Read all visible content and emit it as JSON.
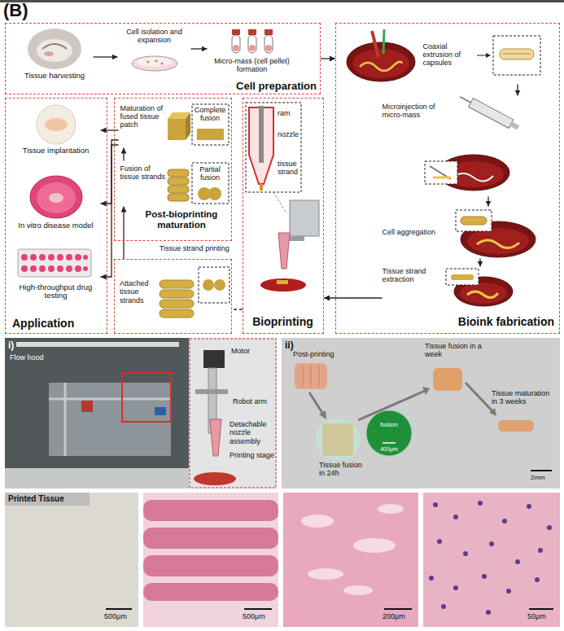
{
  "diagram": {
    "nodes": [
      {
        "text": [
          "Cell preparation"
        ]
      },
      {
        "text": [
          "Tissue harvesting"
        ],
        "in": 0
      },
      {
        "text": [
          "Cell isolation and expansion"
        ],
        "in": 0
      },
      {
        "text": [
          "Micro-mass (cell pellet) formation"
        ],
        "in": 0
      },
      {
        "text": [
          "Bioink fabrication"
        ]
      },
      {
        "text": [
          "Coaxial extrusion of capsules"
        ],
        "in": 4
      },
      {
        "text": [
          "Microinjection of micro-mass"
        ],
        "in": 4
      },
      {
        "text": [
          "Cell aggregation"
        ],
        "in": 4
      },
      {
        "text": [
          "Tissue strand extraction"
        ],
        "in": 4
      },
      {
        "text": [
          "Bioprinting"
        ]
      },
      {
        "text": [
          "Post-bioprinting maturation"
        ]
      },
      {
        "text": [
          "Maturation of fused tissue patch",
          "Complete fusion"
        ],
        "in": 10
      },
      {
        "text": [
          "Fusion of tissue strands",
          "Partial fusion"
        ],
        "in": 10
      },
      {
        "text": [
          "Attached tissue strands"
        ]
      },
      {
        "text": [
          "Application"
        ]
      },
      {
        "text": [
          "Tissue implantation"
        ],
        "in": 14
      },
      {
        "text": [
          "In vitro disease model"
        ],
        "in": 14
      },
      {
        "text": [
          "High-throughput drug testing"
        ],
        "in": 14
      }
    ],
    "edges": [
      {
        "from": 1,
        "to": 2,
        "arrow": "to"
      },
      {
        "from": 2,
        "to": 3,
        "arrow": "to"
      },
      {
        "from": 0,
        "to": 4,
        "arrow": "to"
      },
      {
        "from": 5,
        "to": 6,
        "arrow": "to"
      },
      {
        "from": 6,
        "to": 7,
        "arrow": "to"
      },
      {
        "from": 7,
        "to": 8,
        "arrow": "to"
      },
      {
        "from": 8,
        "to": 9,
        "arrow": "to"
      },
      {
        "from": 9,
        "to": 13,
        "arrow": "none"
      },
      {
        "from": 13,
        "to": 12,
        "arrow": "to"
      },
      {
        "from": 12,
        "to": 11,
        "arrow": "to"
      },
      {
        "from": 11,
        "to": 15,
        "arrow": "to"
      },
      {
        "from": 11,
        "to": 16,
        "arrow": "to"
      },
      {
        "from": 11,
        "to": 17,
        "arrow": "to"
      }
    ],
    "labels": [
      "(B)",
      "ram",
      "nozzle",
      "tissue strand",
      "Tissue strand printing",
      "i)",
      "Flow hood",
      "Motor",
      "Robot arm",
      "Detachable nozzle assembly",
      "Printing stage",
      "ii)",
      "Post-printing",
      "Tissue fusion in a week",
      "Tissue maturation in 3 weeks",
      "Tissue fusion in 24h",
      "fusion",
      "400μm",
      "2mm",
      "Printed Tissue",
      "500μm",
      "500μm",
      "200μm",
      "50μm"
    ]
  }
}
